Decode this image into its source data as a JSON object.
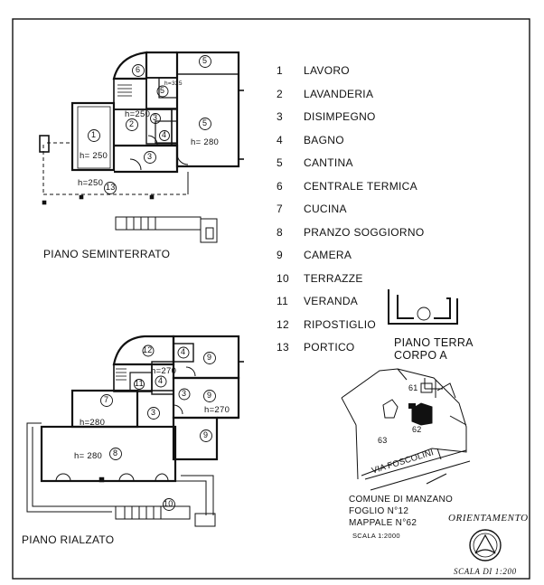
{
  "legend": [
    {
      "num": "1",
      "label": "LAVORO"
    },
    {
      "num": "2",
      "label": "LAVANDERIA"
    },
    {
      "num": "3",
      "label": "DISIMPEGNO"
    },
    {
      "num": "4",
      "label": "BAGNO"
    },
    {
      "num": "5",
      "label": "CANTINA"
    },
    {
      "num": "6",
      "label": "CENTRALE TERMICA"
    },
    {
      "num": "7",
      "label": "CUCINA"
    },
    {
      "num": "8",
      "label": "PRANZO SOGGIORNO"
    },
    {
      "num": "9",
      "label": "CAMERA"
    },
    {
      "num": "10",
      "label": "TERRAZZE"
    },
    {
      "num": "11",
      "label": "VERANDA"
    },
    {
      "num": "12",
      "label": "RIPOSTIGLIO"
    },
    {
      "num": "13",
      "label": "PORTICO"
    }
  ],
  "plans": {
    "seminterrato_title": "PIANO SEMINTERRATO",
    "rialzato_title": "PIANO RIALZATO",
    "terra_title_line1": "PIANO TERRA",
    "terra_title_line2": "CORPO A"
  },
  "heights": {
    "h250a": "h= 250",
    "h250b": "h=250",
    "h250c": "h=250",
    "h280a": "h= 280",
    "h270a": "h=270",
    "h270b": "h=270",
    "h280b": "h=280",
    "h280c": "h= 280",
    "h325": "h=325"
  },
  "map": {
    "parcel_61": "61",
    "parcel_62": "62",
    "parcel_63": "63",
    "street": "VIA FOSCOLINI"
  },
  "cadastre": {
    "line1": "COMUNE DI MANZANO",
    "line2": "FOGLIO N°12",
    "line3": "MAPPALE N°62",
    "scale_small": "SCALA 1:2000"
  },
  "orientation_label": "ORIENTAMENTO",
  "scale_label": "SCALA DI 1:200"
}
